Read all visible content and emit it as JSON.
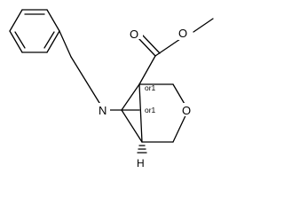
{
  "structure": {
    "atoms": {
      "methyl_ester_oxygen": "O",
      "carbonyl_oxygen": "O",
      "ring_oxygen": "O",
      "ring_nitrogen": "N",
      "bridgehead_hydrogen": "H"
    },
    "stereo_descriptors": {
      "quaternary_center": "or1",
      "tertiary_center": "or1"
    }
  }
}
